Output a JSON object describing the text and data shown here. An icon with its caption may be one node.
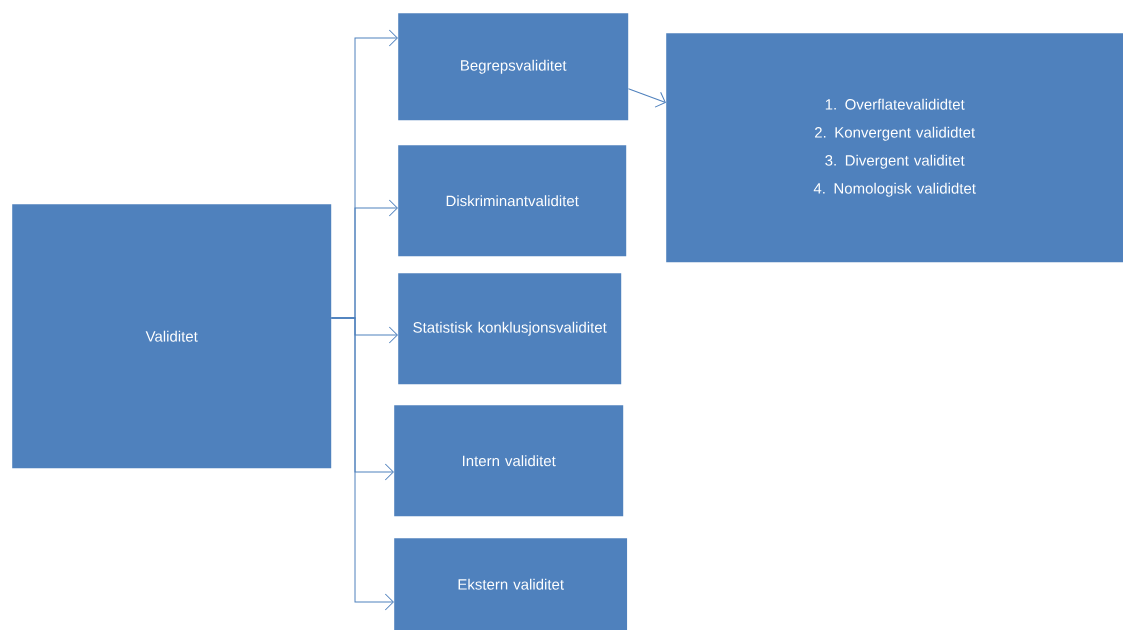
{
  "diagram": {
    "nodes": [
      {
        "text": [
          "Validitet"
        ]
      },
      {
        "text": [
          "Begrepsvaliditet"
        ]
      },
      {
        "text": [
          "Diskriminantvaliditet"
        ]
      },
      {
        "text": [
          "Statistisk konklusjonsvaliditet"
        ]
      },
      {
        "text": [
          "Intern validitet"
        ]
      },
      {
        "text": [
          "Ekstern validitet"
        ]
      },
      {
        "text": [
          "1. Overflatevalididtet",
          "2. Konvergent valididtet",
          "3. Divergent validitet",
          "4. Nomologisk valididtet"
        ]
      }
    ],
    "edges": [
      {
        "from": 0,
        "to": 1,
        "arrow": "to"
      },
      {
        "from": 0,
        "to": 2,
        "arrow": "to"
      },
      {
        "from": 0,
        "to": 3,
        "arrow": "to"
      },
      {
        "from": 0,
        "to": 4,
        "arrow": "to"
      },
      {
        "from": 0,
        "to": 5,
        "arrow": "to"
      },
      {
        "from": 1,
        "to": 6,
        "arrow": "to"
      }
    ]
  }
}
